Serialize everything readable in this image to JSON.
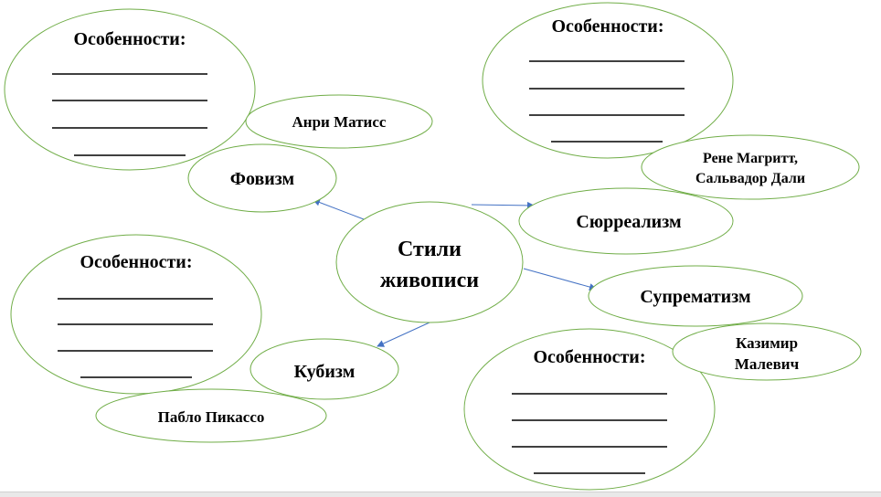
{
  "diagram": {
    "center": {
      "line1": "Стили",
      "line2": "живописи"
    },
    "features_label": "Особенности:",
    "styles": {
      "fauvism": {
        "name": "Фовизм",
        "artists": "Анри Матисс"
      },
      "surrealism": {
        "name": "Сюрреализм",
        "artists_line1": "Рене Магритт,",
        "artists_line2": "Сальвадор Дали"
      },
      "suprematism": {
        "name": "Супрематизм",
        "artists_line1": "Казимир",
        "artists_line2": "Малевич"
      },
      "cubism": {
        "name": "Кубизм",
        "artists": "Пабло Пикассо"
      }
    }
  },
  "colors": {
    "outline": "#70ad47",
    "arrow": "#4472c4",
    "line": "#000000"
  }
}
